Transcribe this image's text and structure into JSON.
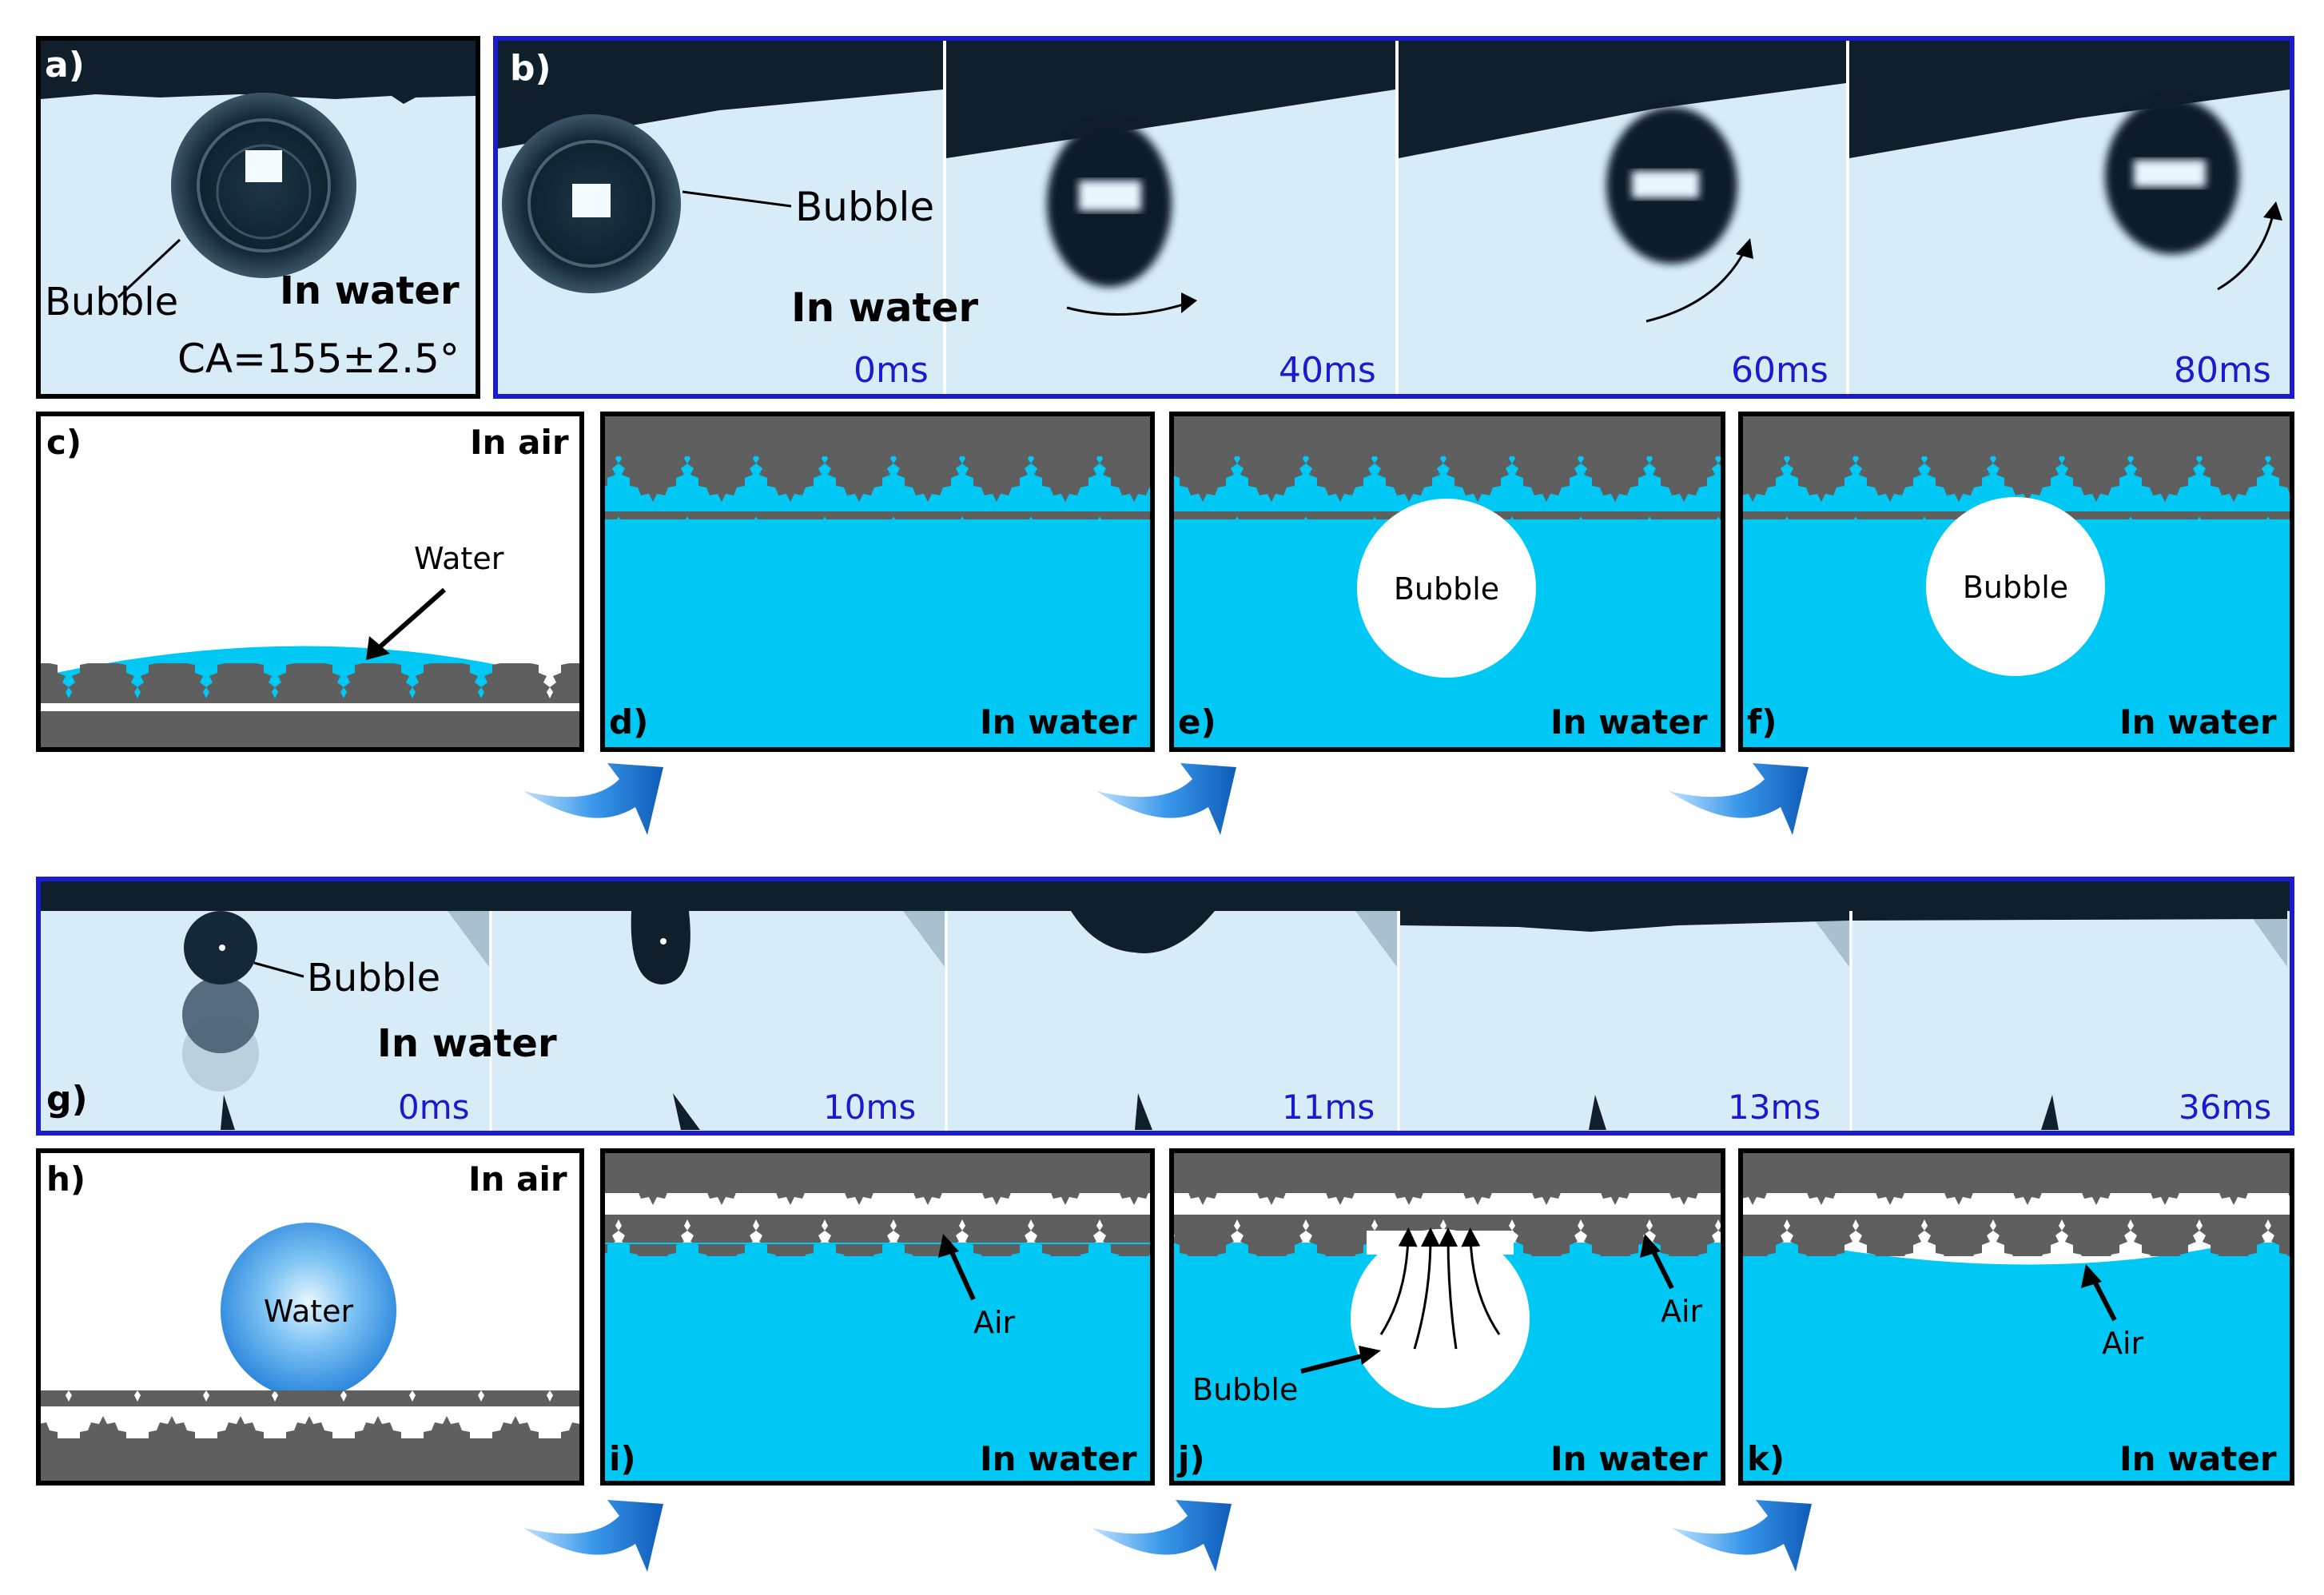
{
  "colors": {
    "water_blue": "#00c8f5",
    "substrate_gray": "#5f5f5f",
    "photo_bg": "#d7ecf7",
    "photo_dark": "#0f1f2b",
    "frame_blue": "#1a1ad0",
    "frame_black": "#000000",
    "arrow_blue": "#1e7ad8"
  },
  "panels": {
    "a": {
      "letter": "a)",
      "bubble_label": "Bubble",
      "medium": "In water",
      "ca": "CA=155±2.5°"
    },
    "b": {
      "letter": "b)",
      "bubble_label": "Bubble",
      "medium": "In water",
      "times": [
        "0ms",
        "40ms",
        "60ms",
        "80ms"
      ]
    },
    "c": {
      "letter": "c)",
      "medium": "In air",
      "water_label": "Water"
    },
    "d": {
      "letter": "d)",
      "medium": "In water"
    },
    "e": {
      "letter": "e)",
      "medium": "In water",
      "bubble_label": "Bubble"
    },
    "f": {
      "letter": "f)",
      "medium": "In water",
      "bubble_label": "Bubble"
    },
    "g": {
      "letter": "g)",
      "bubble_label": "Bubble",
      "medium": "In water",
      "times": [
        "0ms",
        "10ms",
        "11ms",
        "13ms",
        "36ms"
      ]
    },
    "h": {
      "letter": "h)",
      "medium": "In air",
      "water_label": "Water"
    },
    "i": {
      "letter": "i)",
      "medium": "In water",
      "air_label": "Air"
    },
    "j": {
      "letter": "j)",
      "medium": "In water",
      "air_label": "Air",
      "bubble_label": "Bubble"
    },
    "k": {
      "letter": "k)",
      "medium": "In water",
      "air_label": "Air"
    }
  }
}
